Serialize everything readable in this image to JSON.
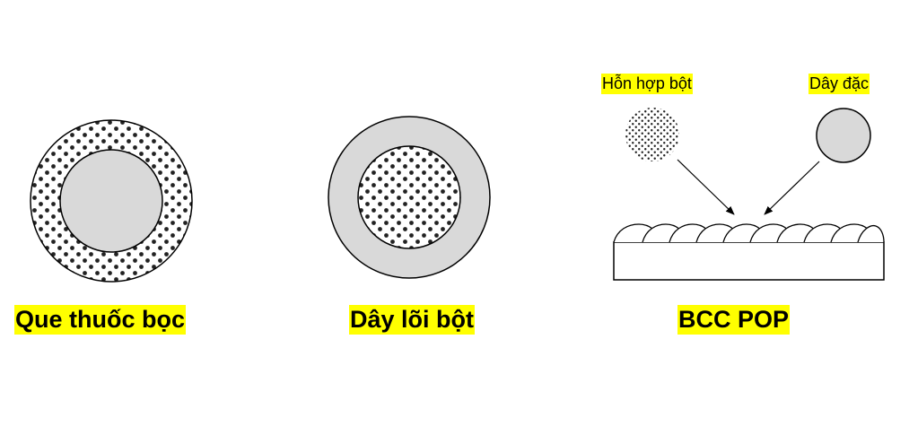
{
  "labels": {
    "coated_electrode": "Que thuốc bọc",
    "flux_cored_wire": "Dây lõi bột",
    "bcc_pop": "BCC POP",
    "powder_mix": "Hỗn hợp bột",
    "solid_wire": "Dây đặc"
  },
  "colors": {
    "fill_gray": "#d9d9d9",
    "stroke": "#000000",
    "highlight": "#ffff00",
    "background": "#ffffff"
  }
}
